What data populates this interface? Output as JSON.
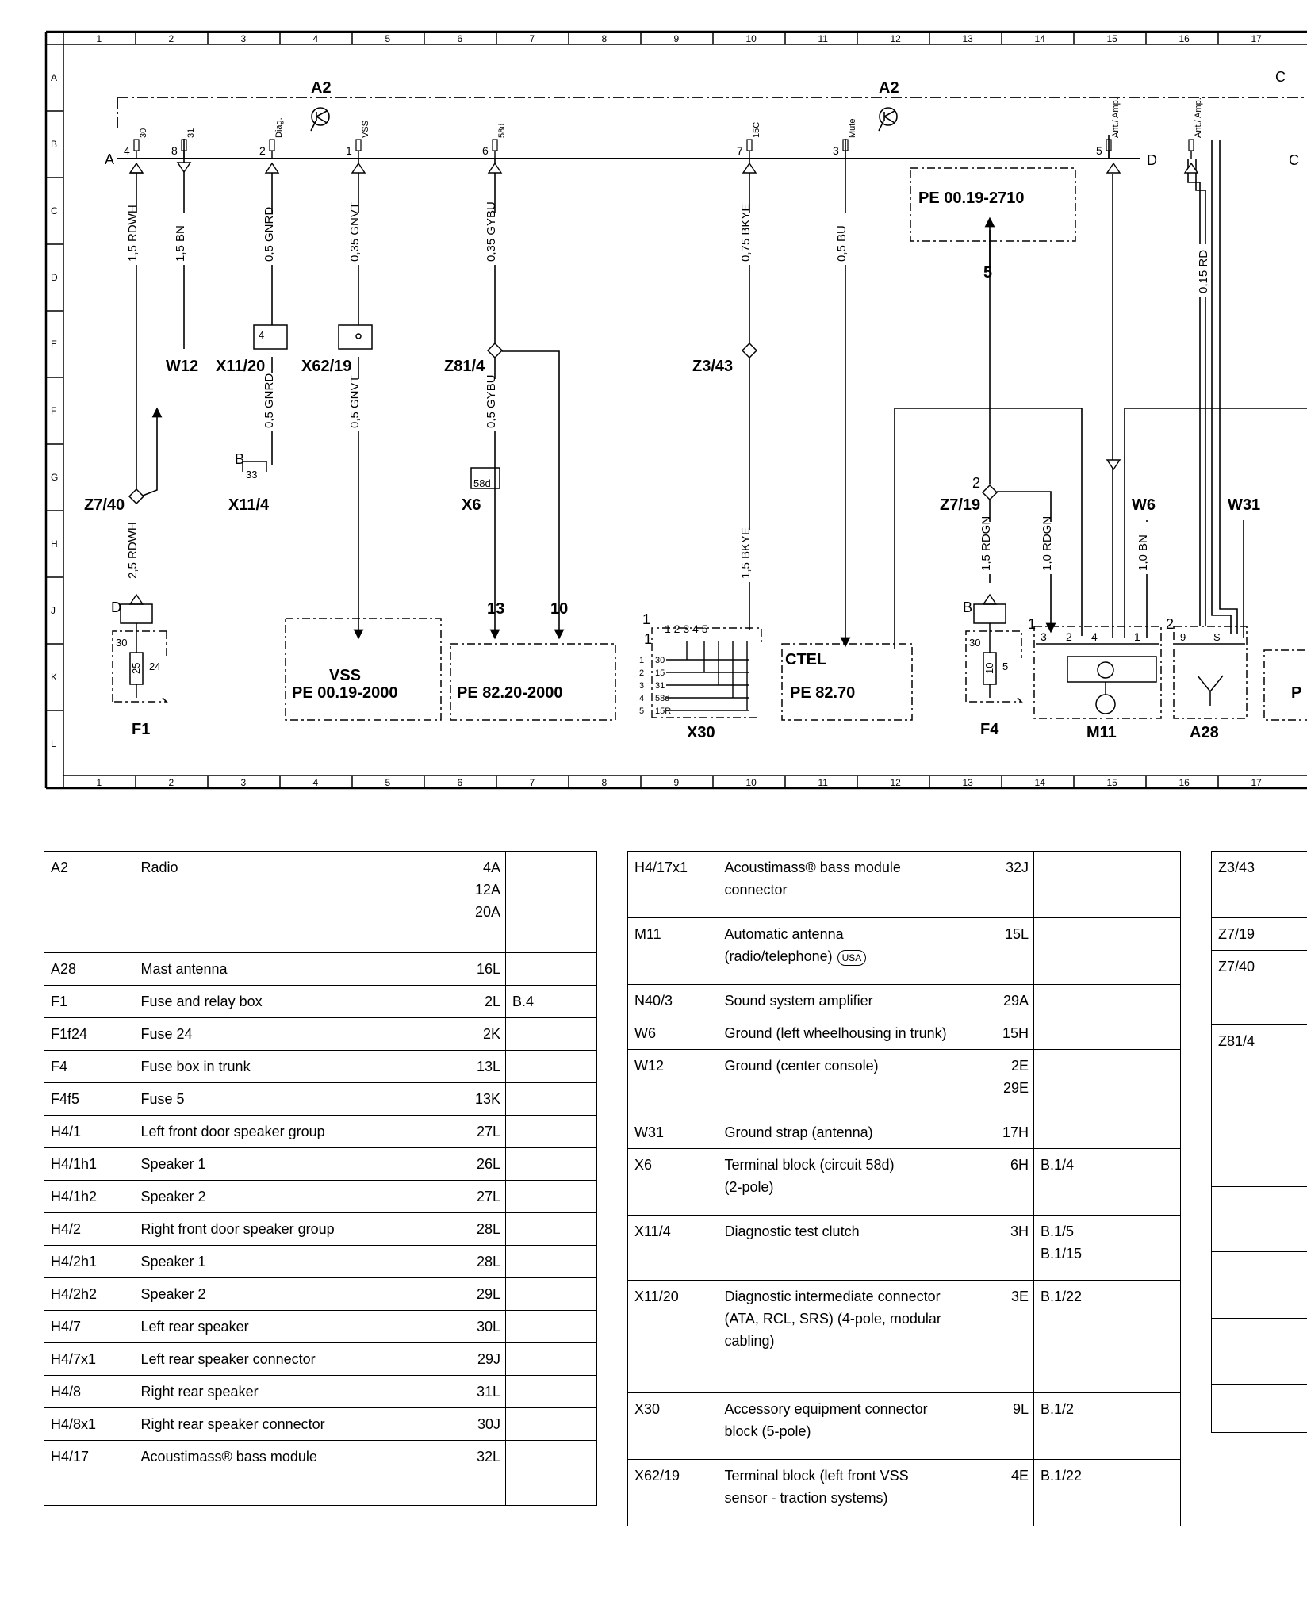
{
  "grid": {
    "columns": [
      "1",
      "2",
      "3",
      "4",
      "5",
      "6",
      "7",
      "8",
      "9",
      "10",
      "11",
      "12",
      "13",
      "14",
      "15",
      "16",
      "17"
    ],
    "rows": [
      "A",
      "B",
      "C",
      "D",
      "E",
      "F",
      "G",
      "H",
      "J",
      "K",
      "L"
    ]
  },
  "diagram": {
    "module_a2_left": "A2",
    "module_a2_right": "A2",
    "connector_a": "A",
    "connector_b": "B",
    "connector_c": "C",
    "connector_d": "D",
    "pins": [
      {
        "no": "4",
        "sig": "30"
      },
      {
        "no": "8",
        "sig": "31"
      },
      {
        "no": "2",
        "sig": "Diag."
      },
      {
        "no": "1",
        "sig": "VSS"
      },
      {
        "no": "6",
        "sig": "58d"
      },
      {
        "no": "7",
        "sig": "15C"
      },
      {
        "no": "3",
        "sig": "Mute"
      },
      {
        "no": "5",
        "sig": "Ant./ Amp."
      },
      {
        "no": "",
        "sig": "Ant./ Amp."
      }
    ],
    "wires": [
      "1,5 RDWH",
      "1,5 BN",
      "0,5 GNRD",
      "0,35 GNVT",
      "0,35 GYBU",
      "0,75 BKYE",
      "0,5 BU",
      "0,15 RD",
      "0,5 GNRD",
      "0,5 GNVT",
      "0,5 GYBU",
      "2,5 RDWH",
      "1,5 BKYE",
      "1,5 RDGN",
      "1,0 RDGN",
      "1,0 BN"
    ],
    "components": {
      "w12": "W12",
      "x11_20": "X11/20",
      "x62_19": "X62/19",
      "z81_4": "Z81/4",
      "z3_43": "Z3/43",
      "x11_4": "X11/4",
      "x6": "X6",
      "z7_40": "Z7/40",
      "z7_19": "Z7/19",
      "w6": "W6",
      "w31": "W31",
      "f1": "F1",
      "f4": "F4",
      "x30": "X30",
      "m11": "M11",
      "a28": "A28"
    },
    "small": {
      "x11_20_pin": "4",
      "x11_4_pin": "33",
      "x6_pin": "58d",
      "f1_fuse": "25",
      "f1_pin30": "30",
      "f1_pin24": "24",
      "f4_fuse": "10",
      "f4_pin30": "30",
      "f4_pin5": "5",
      "x30_pins_top": "1 2 3 4 5",
      "x30_rows": [
        "30",
        "15",
        "31",
        "58d",
        "15R"
      ],
      "x30_row_nums": [
        "1",
        "2",
        "3",
        "4",
        "5"
      ],
      "m11_pins": [
        "3",
        "2",
        "4",
        "1"
      ],
      "a28_pins": [
        "9",
        "S"
      ],
      "num_5": "5",
      "num_2": "2",
      "num_13": "13",
      "num_10": "10",
      "num_1": "1",
      "num_1b": "1",
      "num_2b": "2"
    },
    "refs": {
      "pe_top": "PE 00.19-2710",
      "vss": "VSS",
      "pe_vss": "PE 00.19-2000",
      "pe_8220": "PE 82.20-2000",
      "ctel": "CTEL",
      "pe_8270": "PE 82.70",
      "pe_right": "P"
    }
  },
  "legend": {
    "table1": [
      {
        "code": "A2",
        "desc": "Radio",
        "loc": "4A\n12A\n20A",
        "ref": ""
      },
      {
        "code": "A28",
        "desc": "Mast antenna",
        "loc": "16L",
        "ref": ""
      },
      {
        "code": "F1",
        "desc": "Fuse and relay box",
        "loc": "2L",
        "ref": "B.4"
      },
      {
        "code": "F1f24",
        "desc": "Fuse 24",
        "loc": "2K",
        "ref": ""
      },
      {
        "code": "F4",
        "desc": "Fuse box in trunk",
        "loc": "13L",
        "ref": ""
      },
      {
        "code": "F4f5",
        "desc": "Fuse 5",
        "loc": "13K",
        "ref": ""
      },
      {
        "code": "H4/1",
        "desc": "Left front door speaker group",
        "loc": "27L",
        "ref": ""
      },
      {
        "code": "H4/1h1",
        "desc": "Speaker 1",
        "loc": "26L",
        "ref": ""
      },
      {
        "code": "H4/1h2",
        "desc": "Speaker 2",
        "loc": "27L",
        "ref": ""
      },
      {
        "code": "H4/2",
        "desc": "Right front door speaker group",
        "loc": "28L",
        "ref": ""
      },
      {
        "code": "H4/2h1",
        "desc": "Speaker 1",
        "loc": "28L",
        "ref": ""
      },
      {
        "code": "H4/2h2",
        "desc": "Speaker 2",
        "loc": "29L",
        "ref": ""
      },
      {
        "code": "H4/7",
        "desc": "Left rear speaker",
        "loc": "30L",
        "ref": ""
      },
      {
        "code": "H4/7x1",
        "desc": "Left rear speaker connector",
        "loc": "29J",
        "ref": ""
      },
      {
        "code": "H4/8",
        "desc": "Right rear speaker",
        "loc": "31L",
        "ref": ""
      },
      {
        "code": "H4/8x1",
        "desc": "Right rear speaker connector",
        "loc": "30J",
        "ref": ""
      },
      {
        "code": "H4/17",
        "desc": "Acoustimass® bass module",
        "loc": "32L",
        "ref": ""
      },
      {
        "code": "",
        "desc": "",
        "loc": "",
        "ref": ""
      }
    ],
    "table2": [
      {
        "code": "H4/17x1",
        "desc": "Acoustimass® bass module\nconnector",
        "loc": "32J",
        "ref": ""
      },
      {
        "code": "M11",
        "desc": "Automatic antenna\n(radio/telephone)",
        "badge": "USA",
        "loc": "15L",
        "ref": ""
      },
      {
        "code": "N40/3",
        "desc": "Sound system amplifier",
        "loc": "29A",
        "ref": ""
      },
      {
        "code": "W6",
        "desc": "Ground (left wheelhousing in trunk)",
        "loc": "15H",
        "ref": ""
      },
      {
        "code": "W12",
        "desc": "Ground (center console)",
        "loc": "2E\n29E",
        "ref": ""
      },
      {
        "code": "W31",
        "desc": "Ground strap (antenna)",
        "loc": "17H",
        "ref": ""
      },
      {
        "code": "X6",
        "desc": "Terminal block (circuit 58d)\n(2-pole)",
        "loc": "6H",
        "ref": "B.1/4"
      },
      {
        "code": "X11/4",
        "desc": "Diagnostic test clutch",
        "loc": "3H",
        "ref": "B.1/5\nB.1/15"
      },
      {
        "code": "X11/20",
        "desc": "Diagnostic intermediate connector\n(ATA, RCL, SRS) (4-pole, modular\ncabling)",
        "loc": "3E",
        "ref": "B.1/22"
      },
      {
        "code": "X30",
        "desc": "Accessory equipment connector\nblock (5-pole)",
        "loc": "9L",
        "ref": "B.1/2"
      },
      {
        "code": "X62/19",
        "desc": "Terminal block (left front VSS\nsensor - traction systems)",
        "loc": "4E",
        "ref": "B.1/22"
      }
    ],
    "table3": [
      {
        "code": "Z3/43"
      },
      {
        "code": "Z7/19"
      },
      {
        "code": "Z7/40"
      },
      {
        "code": "Z81/4"
      },
      {
        "code": ""
      },
      {
        "code": ""
      },
      {
        "code": ""
      },
      {
        "code": ""
      },
      {
        "code": ""
      }
    ]
  }
}
